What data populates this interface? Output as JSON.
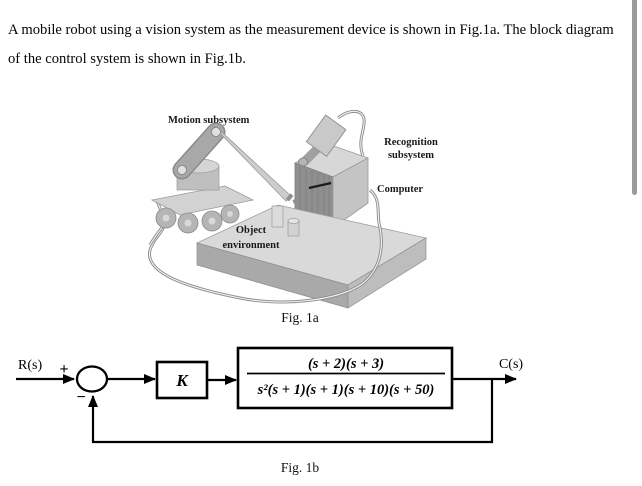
{
  "intro": {
    "line1": "A mobile robot using a vision system as the measurement device is shown in Fig.1a. The block diagram",
    "line2": "of the control system is shown in Fig.1b."
  },
  "fig1a": {
    "caption": "Fig. 1a",
    "labels": {
      "motion": "Motion subsystem",
      "recognition_line1": "Recognition",
      "recognition_line2": "subsystem",
      "computer": "Computer",
      "object_line1": "Object",
      "object_line2": "environment"
    }
  },
  "fig1b": {
    "caption": "Fig. 1b",
    "input_signal": "R(s)",
    "output_signal": "C(s)",
    "summing_plus": "+",
    "summing_minus": "−",
    "gain_block": "K",
    "plant_numerator": "(s + 2)(s + 3)",
    "plant_denominator": "s²(s + 1)(s + 1)(s + 10)(s + 50)"
  },
  "colors": {
    "scrollbar_thumb": "#9b9b9b",
    "diagram_stroke": "#000000"
  }
}
